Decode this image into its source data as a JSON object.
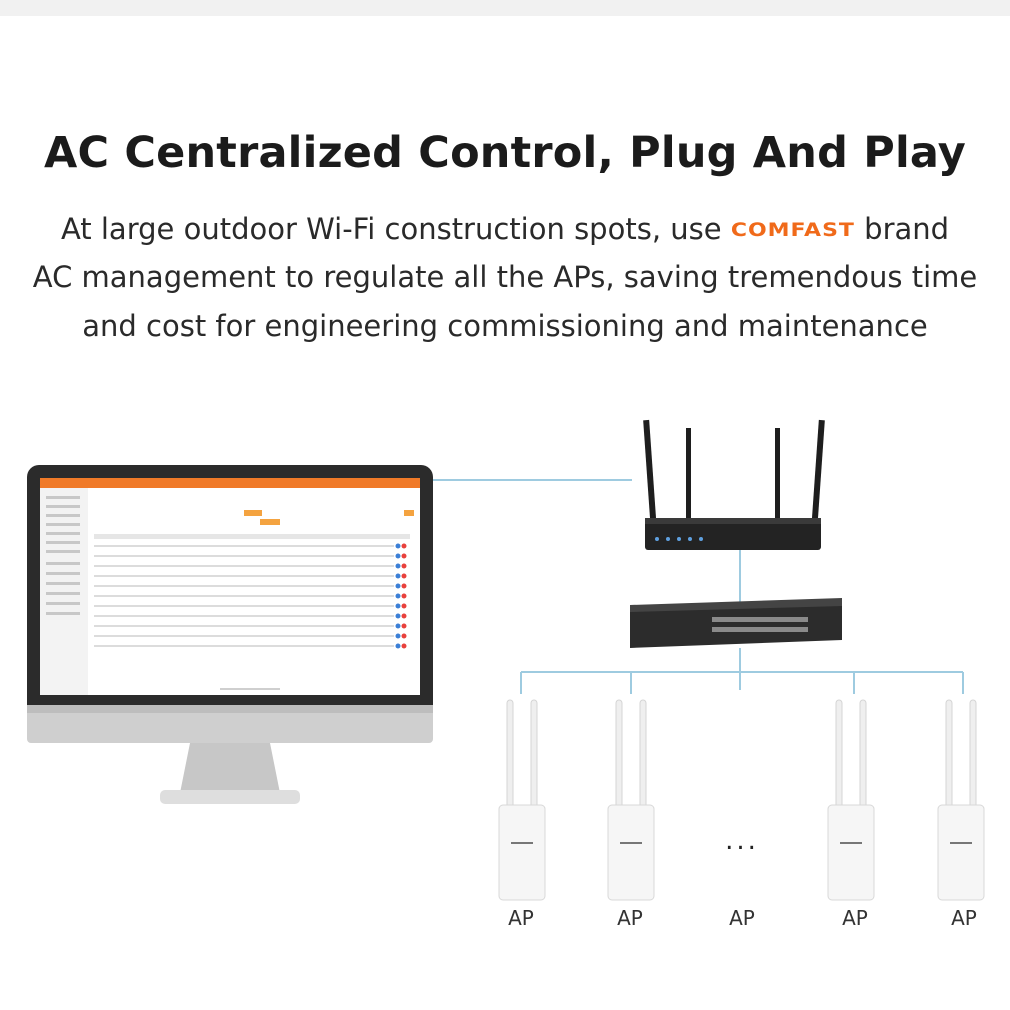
{
  "header": {
    "title": "AC Centralized Control, Plug And Play",
    "line1_before": "At large outdoor Wi-Fi construction spots, use ",
    "brand": "COMFAST",
    "line1_after": " brand",
    "line2": "AC management to regulate all the APs, saving tremendous time",
    "line3": "and cost for engineering commissioning and maintenance"
  },
  "devices": {
    "ellipsis": "...",
    "ap_labels": [
      "AP",
      "AP",
      "AP",
      "AP",
      "AP"
    ]
  },
  "colors": {
    "accent": "#f06a1a",
    "link_line": "#9ecbe0",
    "router": "#222222",
    "switch": "#2c2c2c"
  }
}
